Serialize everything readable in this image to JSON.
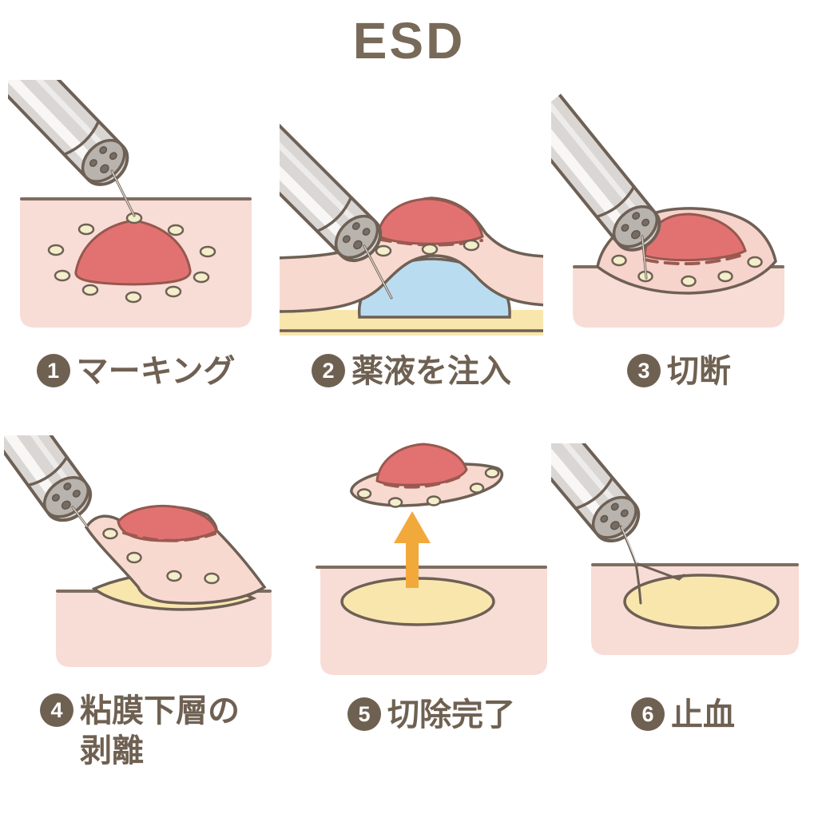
{
  "title": "ESD",
  "steps": [
    {
      "num": "1",
      "label": "マーキング"
    },
    {
      "num": "2",
      "label": "薬液を注入"
    },
    {
      "num": "3",
      "label": "切断"
    },
    {
      "num": "4",
      "label": "粘膜下層の\n剥離"
    },
    {
      "num": "5",
      "label": "切除完了"
    },
    {
      "num": "6",
      "label": "止血"
    }
  ],
  "palette": {
    "title_text": "#786a59",
    "caption_text": "#6f6152",
    "outline": "#6e6055",
    "tissue_pink": "#f8dcd6",
    "mucosa_pink": "#f6d3cb",
    "lesion_red": "#e27272",
    "marking_dot_cream": "#f4eecb",
    "injected_fluid_blue": "#b9dcf1",
    "submucosa_yellow": "#f8e6ad",
    "arrow_orange": "#f2a93b",
    "endoscope_gray": "#d9d6d3"
  }
}
